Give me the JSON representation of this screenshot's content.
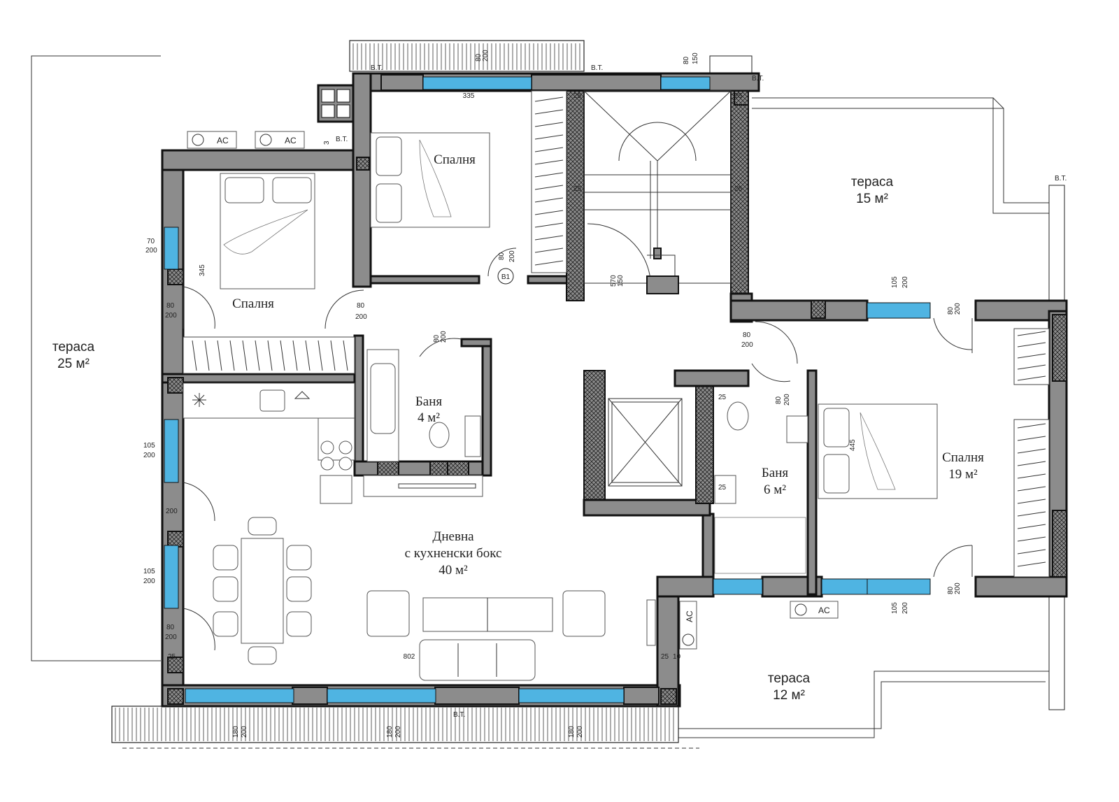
{
  "colors": {
    "wall": "#8c8c8c",
    "window": "#4fb4e2",
    "line": "#111111"
  },
  "rooms": {
    "bedroom1": {
      "name": "Спалня"
    },
    "bedroom2": {
      "name": "Спалня"
    },
    "bedroom3": {
      "name": "Спалня",
      "area": "19 м²"
    },
    "bath1": {
      "name": "Баня",
      "area": "4 м²"
    },
    "bath2": {
      "name": "Баня",
      "area": "6 м²"
    },
    "living": {
      "name": "Дневна",
      "sub": "с кухненски бокс",
      "area": "40 м²"
    },
    "terrace_left": {
      "name": "тераса",
      "area": "25 м²"
    },
    "terrace_top": {
      "name": "тераса",
      "area": "15 м²"
    },
    "terrace_bottom": {
      "name": "тераса",
      "area": "12 м²"
    }
  },
  "labels": {
    "ac": "AC",
    "vt": "В.Т.",
    "b1": "В1"
  },
  "dims": {
    "d335": "335",
    "d345": "345",
    "d445": "445",
    "d802": "802",
    "d25": "25",
    "d10": "10",
    "d3": "3",
    "w70": "70",
    "h200": "200",
    "w80": "80",
    "w105": "105",
    "w180": "180",
    "w150": "150",
    "w570": "570"
  },
  "icons": [
    "ac-fan-icon",
    "snowflake-icon",
    "sink-icon",
    "shower-icon",
    "toilet-icon",
    "stove-icon",
    "bed-icon",
    "wardrobe-icon",
    "stair-icon",
    "elevator-icon"
  ]
}
